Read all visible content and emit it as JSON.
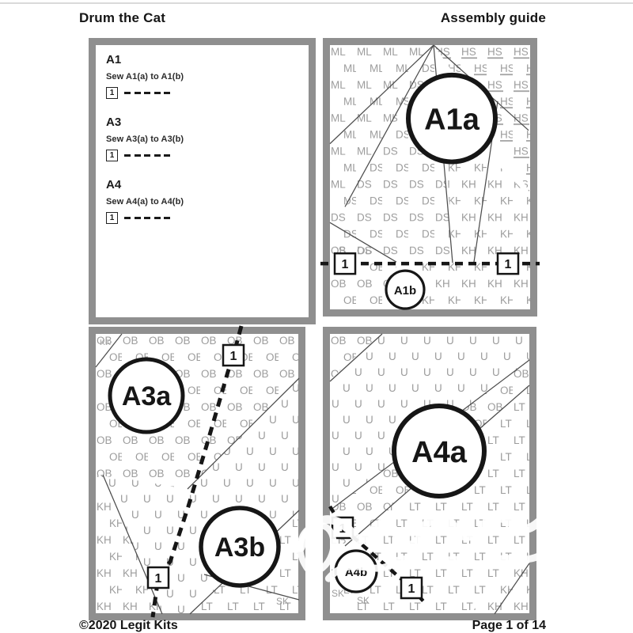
{
  "header": {
    "title": "Drum the Cat",
    "subtitle": "Assembly guide"
  },
  "footer": {
    "copyright": "©2020 Legit Kits",
    "page": "Page 1 of 14"
  },
  "instructions": {
    "steps": [
      {
        "id": "A1",
        "text": "Sew A1(a) to A1(b)",
        "seam": "1"
      },
      {
        "id": "A3",
        "text": "Sew A3(a) to A3(b)",
        "seam": "1"
      },
      {
        "id": "A4",
        "text": "Sew A4(a) to A4(b)",
        "seam": "1"
      }
    ]
  },
  "codes": {
    "ML": "ML",
    "DS": "DS",
    "HS": "HS",
    "KH": "KH",
    "OB": "OB",
    "U": "U",
    "LT": "LT",
    "SK": "SK",
    "KK": "KK"
  },
  "panels": {
    "a1": {
      "piece_top": "A1a",
      "piece_bottom": "A1b",
      "seam_label": "1"
    },
    "a3": {
      "piece_top": "A3a",
      "piece_bottom": "A3b",
      "seam_label": "1"
    },
    "a4": {
      "piece_top": "A4a",
      "piece_bottom": "A4b",
      "seam_label": "1"
    }
  },
  "colors": {
    "panel_border": "#8f8f8f",
    "fabric_code_gray": "#9c9c9c",
    "seam_black": "#161616",
    "piecing_line": "#4d4d4d"
  }
}
